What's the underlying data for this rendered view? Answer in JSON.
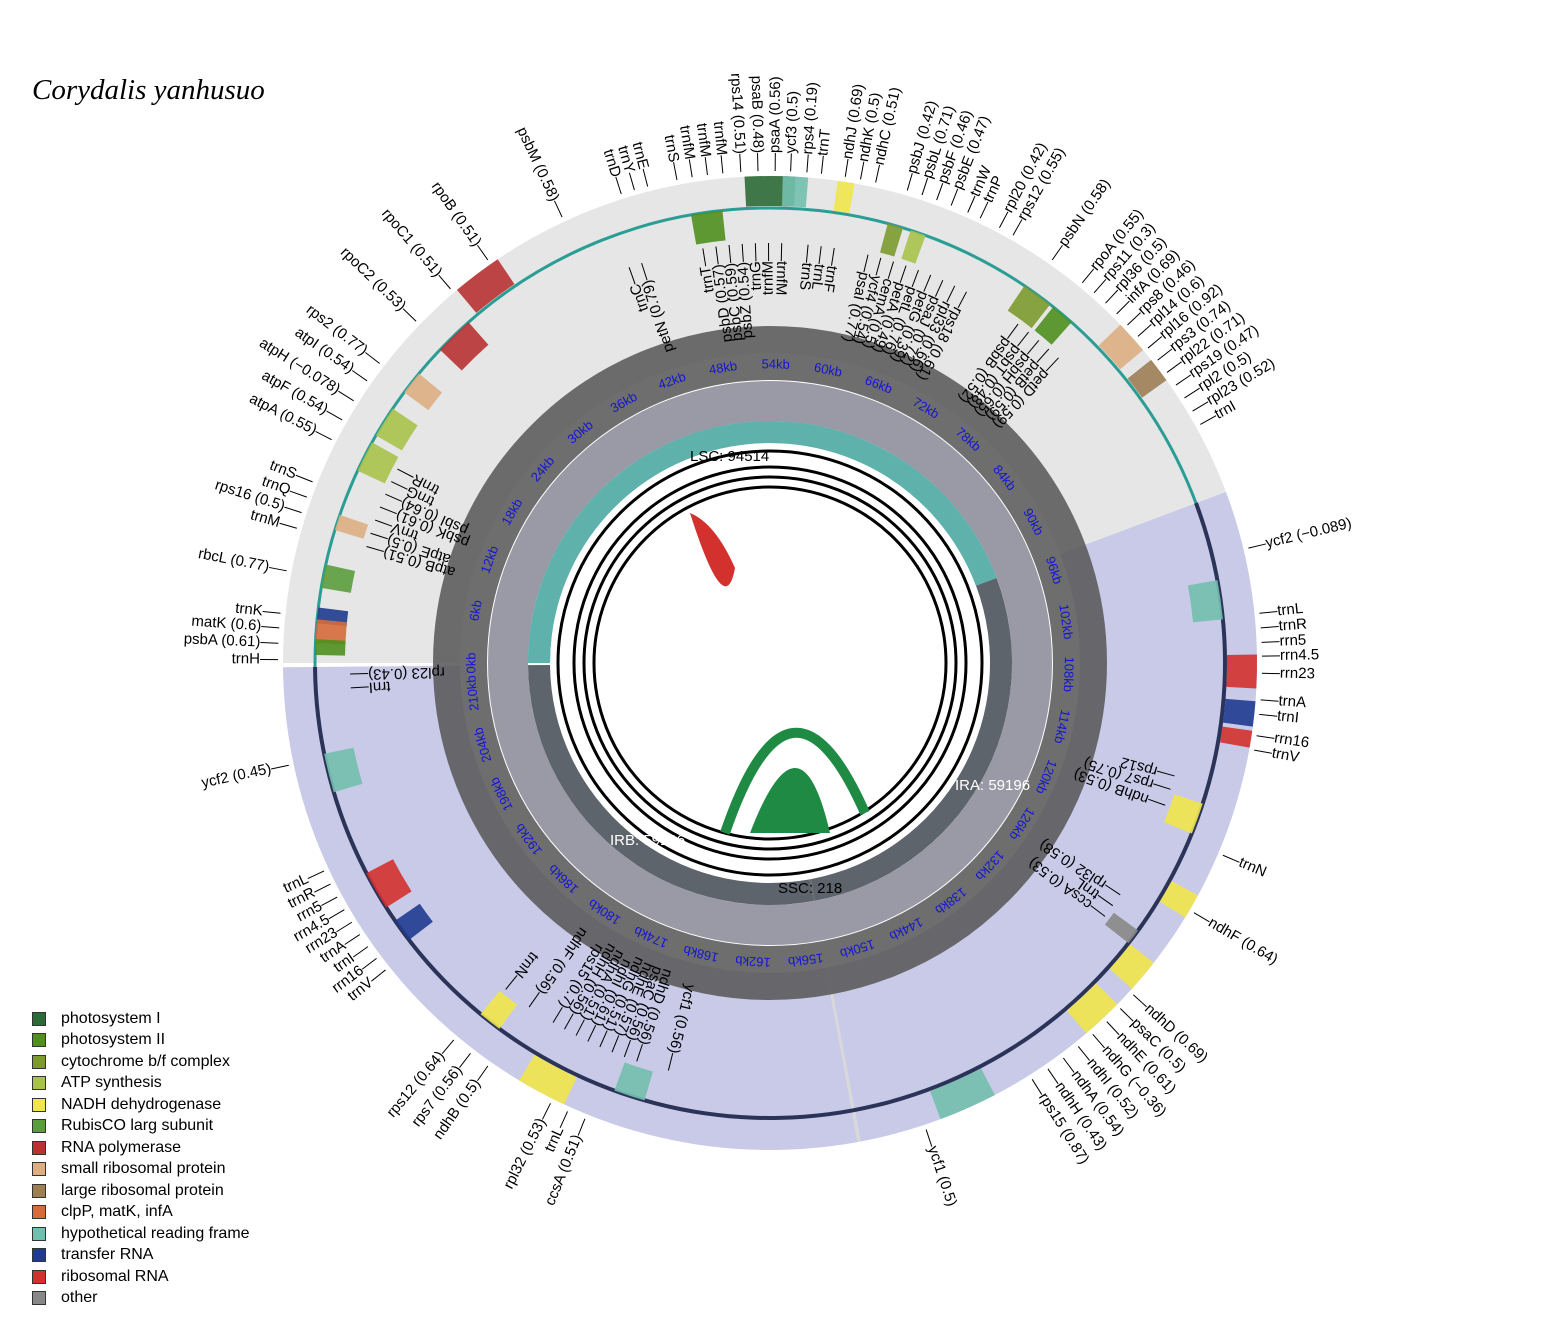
{
  "title": "Corydalis yanhusuo",
  "genome_length": 213424,
  "regions": [
    {
      "label": "LSC: 94514",
      "start": 0,
      "end": 94514,
      "type": "LSC"
    },
    {
      "label": "IRA: 59196",
      "start": 94514,
      "end": 153710,
      "type": "IR"
    },
    {
      "label": "SSC: 218",
      "start": 153710,
      "end": 153928,
      "type": "SSC"
    },
    {
      "label": "IRB: 59196",
      "start": 153928,
      "end": 213124,
      "type": "IR"
    }
  ],
  "kb_ticks": [
    "0kb",
    "6kb",
    "12kb",
    "18kb",
    "24kb",
    "30kb",
    "36kb",
    "42kb",
    "48kb",
    "54kb",
    "60kb",
    "66kb",
    "72kb",
    "78kb",
    "84kb",
    "90kb",
    "96kb",
    "102kb",
    "108kb",
    "114kb",
    "120kb",
    "126kb",
    "132kb",
    "138kb",
    "144kb",
    "150kb",
    "156kb",
    "162kb",
    "168kb",
    "174kb",
    "180kb",
    "186kb",
    "192kb",
    "198kb",
    "204kb",
    "210kb"
  ],
  "legend": [
    {
      "label": "photosystem I",
      "color": "#2d6a36"
    },
    {
      "label": "photosystem II",
      "color": "#4e8f1f"
    },
    {
      "label": "cytochrome b/f complex",
      "color": "#7c9a2e"
    },
    {
      "label": "ATP synthesis",
      "color": "#a9c24a"
    },
    {
      "label": "NADH dehydrogenase",
      "color": "#f1e64b"
    },
    {
      "label": "RubisCO larg subunit",
      "color": "#5b9d3d"
    },
    {
      "label": "RNA polymerase",
      "color": "#b83232"
    },
    {
      "label": "small ribosomal protein",
      "color": "#dcae82"
    },
    {
      "label": "large ribosomal protein",
      "color": "#9d7e55"
    },
    {
      "label": "clpP, matK, infA",
      "color": "#d56b3b"
    },
    {
      "label": "hypothetical reading frame",
      "color": "#73bfae"
    },
    {
      "label": "transfer RNA",
      "color": "#1f3b8f"
    },
    {
      "label": "ribosomal RNA",
      "color": "#d3312e"
    },
    {
      "label": "other",
      "color": "#888888"
    }
  ],
  "outer_labels": [
    {
      "text": "psaA (0.56)",
      "angle": 0.6
    },
    {
      "text": "psaB (0.48)",
      "angle": -1.4
    },
    {
      "text": "rps14 (0.51)",
      "angle": -3.4
    },
    {
      "text": "trnfM",
      "angle": -5.5
    },
    {
      "text": "trnfM",
      "angle": -7.3
    },
    {
      "text": "trnfM",
      "angle": -9.1
    },
    {
      "text": "trnS",
      "angle": -10.9
    },
    {
      "text": "trnE",
      "angle": -14.4
    },
    {
      "text": "trnY",
      "angle": -16.0
    },
    {
      "text": "trnD",
      "angle": -17.6
    },
    {
      "text": "psbM (0.58)",
      "angle": -25.0
    },
    {
      "text": "rpoB (0.51)",
      "angle": -35.0
    },
    {
      "text": "rpoC1 (0.51)",
      "angle": -40.5
    },
    {
      "text": "rpoC2 (0.53)",
      "angle": -46.0
    },
    {
      "text": "rps2 (0.77)",
      "angle": -52.5
    },
    {
      "text": "atpI (0.54)",
      "angle": -55.0
    },
    {
      "text": "atpH (−0.078)",
      "angle": -57.8
    },
    {
      "text": "atpF (0.54)",
      "angle": -60.4
    },
    {
      "text": "atpA (0.55)",
      "angle": -63.0
    },
    {
      "text": "trnS",
      "angle": -68.4
    },
    {
      "text": "trnQ",
      "angle": -70.3
    },
    {
      "text": "rps16 (0.5)",
      "angle": -72.2
    },
    {
      "text": "trnM",
      "angle": -74.1
    },
    {
      "text": "rbcL (0.77)",
      "angle": -79.2
    },
    {
      "text": "trnK",
      "angle": -84.2
    },
    {
      "text": "matK (0.6)",
      "angle": -85.9
    },
    {
      "text": "psbA (0.61)",
      "angle": -87.7
    },
    {
      "text": "trnH",
      "angle": -89.6
    },
    {
      "text": "ycf2 (0.45)",
      "angle": -102.0
    },
    {
      "text": "trnL",
      "angle": -115.0
    },
    {
      "text": "trnR",
      "angle": -116.7
    },
    {
      "text": "rrn5",
      "angle": -118.4
    },
    {
      "text": "rrn4.5",
      "angle": -120.1
    },
    {
      "text": "rrn23",
      "angle": -121.8
    },
    {
      "text": "trnA",
      "angle": -123.5
    },
    {
      "text": "trnI",
      "angle": -125.2
    },
    {
      "text": "rrn16",
      "angle": -126.9
    },
    {
      "text": "trnV",
      "angle": -128.6
    },
    {
      "text": "rps12 (0.64)",
      "angle": -140.0
    },
    {
      "text": "rps7 (0.56)",
      "angle": -142.5
    },
    {
      "text": "ndhB (0.5)",
      "angle": -145.0
    },
    {
      "text": "rpl32 (0.53)",
      "angle": -153.5
    },
    {
      "text": "trnL",
      "angle": -155.7
    },
    {
      "text": "ccsA (0.51)",
      "angle": -157.9
    },
    {
      "text": "ycf1 (0.5)",
      "angle": 161.5
    },
    {
      "text": "rps15 (0.87)",
      "angle": 147.8
    },
    {
      "text": "ndhH (0.43)",
      "angle": 145.6
    },
    {
      "text": "ndhA (0.54)",
      "angle": 143.4
    },
    {
      "text": "ndhI (0.52)",
      "angle": 141.2
    },
    {
      "text": "ndhG (−0.36)",
      "angle": 139.0
    },
    {
      "text": "ndhE (0.61)",
      "angle": 136.8
    },
    {
      "text": "psaC (0.5)",
      "angle": 134.6
    },
    {
      "text": "ndhD (0.69)",
      "angle": 132.4
    },
    {
      "text": "ndhF (0.64)",
      "angle": 120.5
    },
    {
      "text": "trnN",
      "angle": 113.0
    },
    {
      "text": "trnV",
      "angle": 100.2
    },
    {
      "text": "rrn16",
      "angle": 98.5
    },
    {
      "text": "trnI",
      "angle": 96.0
    },
    {
      "text": "trnA",
      "angle": 94.3
    },
    {
      "text": "rrn23",
      "angle": 91.2
    },
    {
      "text": "rrn4.5",
      "angle": 89.2
    },
    {
      "text": "rrn5",
      "angle": 87.6
    },
    {
      "text": "trnR",
      "angle": 85.9
    },
    {
      "text": "trnL",
      "angle": 84.2
    },
    {
      "text": "ycf2 (−0.089)",
      "angle": 76.5
    },
    {
      "text": "trnI",
      "angle": 61.0
    },
    {
      "text": "rpl23 (0.52)",
      "angle": 59.2
    },
    {
      "text": "rpl2 (0.5)",
      "angle": 57.4
    },
    {
      "text": "rps19 (0.47)",
      "angle": 55.6
    },
    {
      "text": "rpl22 (0.71)",
      "angle": 53.8
    },
    {
      "text": "rps3 (0.74)",
      "angle": 52.0
    },
    {
      "text": "rpl16 (0.92)",
      "angle": 50.2
    },
    {
      "text": "rpl14 (0.6)",
      "angle": 48.4
    },
    {
      "text": "rps8 (0.46)",
      "angle": 46.6
    },
    {
      "text": "infA (0.69)",
      "angle": 44.8
    },
    {
      "text": "rpl36 (0.5)",
      "angle": 43.0
    },
    {
      "text": "rps11 (0.3)",
      "angle": 41.2
    },
    {
      "text": "rpoA (0.55)",
      "angle": 39.4
    },
    {
      "text": "psbN (0.58)",
      "angle": 35.0
    },
    {
      "text": "rps12 (0.55)",
      "angle": 29.6
    },
    {
      "text": "rpl20 (0.42)",
      "angle": 27.8
    },
    {
      "text": "trnP",
      "angle": 25.3
    },
    {
      "text": "trnW",
      "angle": 23.7
    },
    {
      "text": "psbE (0.47)",
      "angle": 21.6
    },
    {
      "text": "psbF (0.46)",
      "angle": 19.8
    },
    {
      "text": "psbL (0.71)",
      "angle": 18.0
    },
    {
      "text": "psbJ (0.42)",
      "angle": 16.2
    },
    {
      "text": "ndhC (0.51)",
      "angle": 12.4
    },
    {
      "text": "ndhK (0.5)",
      "angle": 10.6
    },
    {
      "text": "ndhJ (0.69)",
      "angle": 8.8
    },
    {
      "text": "trnT",
      "angle": 6.0
    },
    {
      "text": "rps4 (0.19)",
      "angle": 4.3
    },
    {
      "text": "ycf3 (0.5)",
      "angle": 2.4
    }
  ],
  "inner_labels": [
    {
      "text": "petN (0.79)",
      "angle": -17.8
    },
    {
      "text": "trnC",
      "angle": -19.6
    },
    {
      "text": "trnT",
      "angle": -9.2
    },
    {
      "text": "psbD (0.57)",
      "angle": -7.4
    },
    {
      "text": "psbC (0.59)",
      "angle": -5.6
    },
    {
      "text": "psbZ (0.54)",
      "angle": -3.8
    },
    {
      "text": "trnG",
      "angle": -2.0
    },
    {
      "text": "trnfM",
      "angle": -0.2
    },
    {
      "text": "trnfM",
      "angle": 1.6
    },
    {
      "text": "trnS",
      "angle": 5.2
    },
    {
      "text": "trnL",
      "angle": 7.0
    },
    {
      "text": "trnF",
      "angle": 8.8
    },
    {
      "text": "psaI (0.77)",
      "angle": 13.5
    },
    {
      "text": "ycf4 (0.54)",
      "angle": 15.3
    },
    {
      "text": "cemA (0.5)",
      "angle": 17.1
    },
    {
      "text": "petA (0.49)",
      "angle": 18.9
    },
    {
      "text": "petL (0.76)",
      "angle": 20.7
    },
    {
      "text": "petG (0.39)",
      "angle": 22.5
    },
    {
      "text": "psaJ (0.72)",
      "angle": 24.3
    },
    {
      "text": "rpl33 (0.66)",
      "angle": 26.1
    },
    {
      "text": "rps18 (0.61)",
      "angle": 27.9
    },
    {
      "text": "psbB (0.52)",
      "angle": 36.2
    },
    {
      "text": "psbT (0.48)",
      "angle": 38.0
    },
    {
      "text": "psbH (0.65)",
      "angle": 39.8
    },
    {
      "text": "petB (0.59)",
      "angle": 41.6
    },
    {
      "text": "petD (0.59)",
      "angle": 43.4
    },
    {
      "text": "trnR",
      "angle": -62.5
    },
    {
      "text": "trnG",
      "angle": -64.4
    },
    {
      "text": "psbI (0.64)",
      "angle": -66.3
    },
    {
      "text": "psbK (0.61)",
      "angle": -68.2
    },
    {
      "text": "trnV",
      "angle": -70.1
    },
    {
      "text": "atpE (0.5)",
      "angle": -72.0
    },
    {
      "text": "atpB (0.51)",
      "angle": -73.9
    },
    {
      "text": "rpl23 (0.43)",
      "angle": -91.5
    },
    {
      "text": "trnI",
      "angle": -93.4
    },
    {
      "text": "trnN",
      "angle": -141.0
    },
    {
      "text": "ndhF (0.56)",
      "angle": -145.0
    },
    {
      "text": "ycf1 (0.56)",
      "angle": -166.0
    },
    {
      "text": "rps15 (0.7)",
      "angle": -148.9
    },
    {
      "text": "ndhH (0.56)",
      "angle": -150.7
    },
    {
      "text": "ndhA (0.51)",
      "angle": -152.5
    },
    {
      "text": "ndhI (0.61)",
      "angle": -154.3
    },
    {
      "text": "ndhG (0.51)",
      "angle": -156.1
    },
    {
      "text": "ndhE (0.57)",
      "angle": -157.9
    },
    {
      "text": "psaC (0.56)",
      "angle": -159.7
    },
    {
      "text": "ndhD (0.56)",
      "angle": -161.5
    },
    {
      "text": "rps7 (0.75)",
      "angle": 107.5
    },
    {
      "text": "rps12",
      "angle": 105.6
    },
    {
      "text": "ndhB (0.53)",
      "angle": 109.8
    },
    {
      "text": "rpl32 (0.58)",
      "angle": 123.5
    },
    {
      "text": "trnL",
      "angle": 125.3
    },
    {
      "text": "ccsA (0.53)",
      "angle": 127.1
    }
  ]
}
